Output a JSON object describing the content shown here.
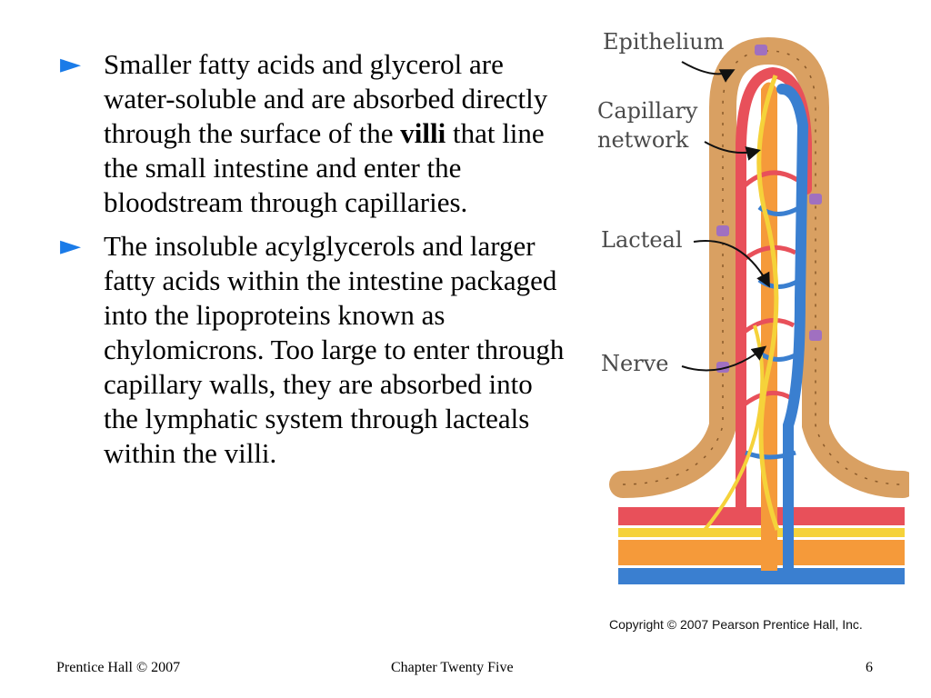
{
  "bullets": [
    {
      "marker": "►",
      "parts": [
        {
          "text": "Smaller fatty acids and glycerol are water-soluble and are absorbed directly through the surface of the "
        },
        {
          "text": "villi",
          "bold": true
        },
        {
          "text": " that line the small intestine and enter the bloodstream through capillaries."
        }
      ]
    },
    {
      "marker": "►",
      "parts": [
        {
          "text": "The insoluble acylglycerols and larger fatty acids within the intestine packaged into the lipoproteins known as chylomicrons. Too large to enter through capillary walls, they are absorbed into the lymphatic system through lacteals within the villi."
        }
      ]
    }
  ],
  "figure": {
    "labels": {
      "epithelium": "Epithelium",
      "capillary_1": "Capillary",
      "capillary_2": "network",
      "lacteal": "Lacteal",
      "nerve": "Nerve"
    },
    "copyright": "Copyright © 2007 Pearson Prentice Hall, Inc.",
    "colors": {
      "epithelium": "#d9a062",
      "epithelium_dark": "#8a5a2a",
      "epithelium_accent": "#a070c0",
      "artery": "#e8505a",
      "vein": "#3a7fd0",
      "lacteal": "#f59a3a",
      "nerve": "#f5d23a"
    }
  },
  "footer": {
    "left": "Prentice Hall © 2007",
    "center": "Chapter Twenty Five",
    "right": "6"
  }
}
